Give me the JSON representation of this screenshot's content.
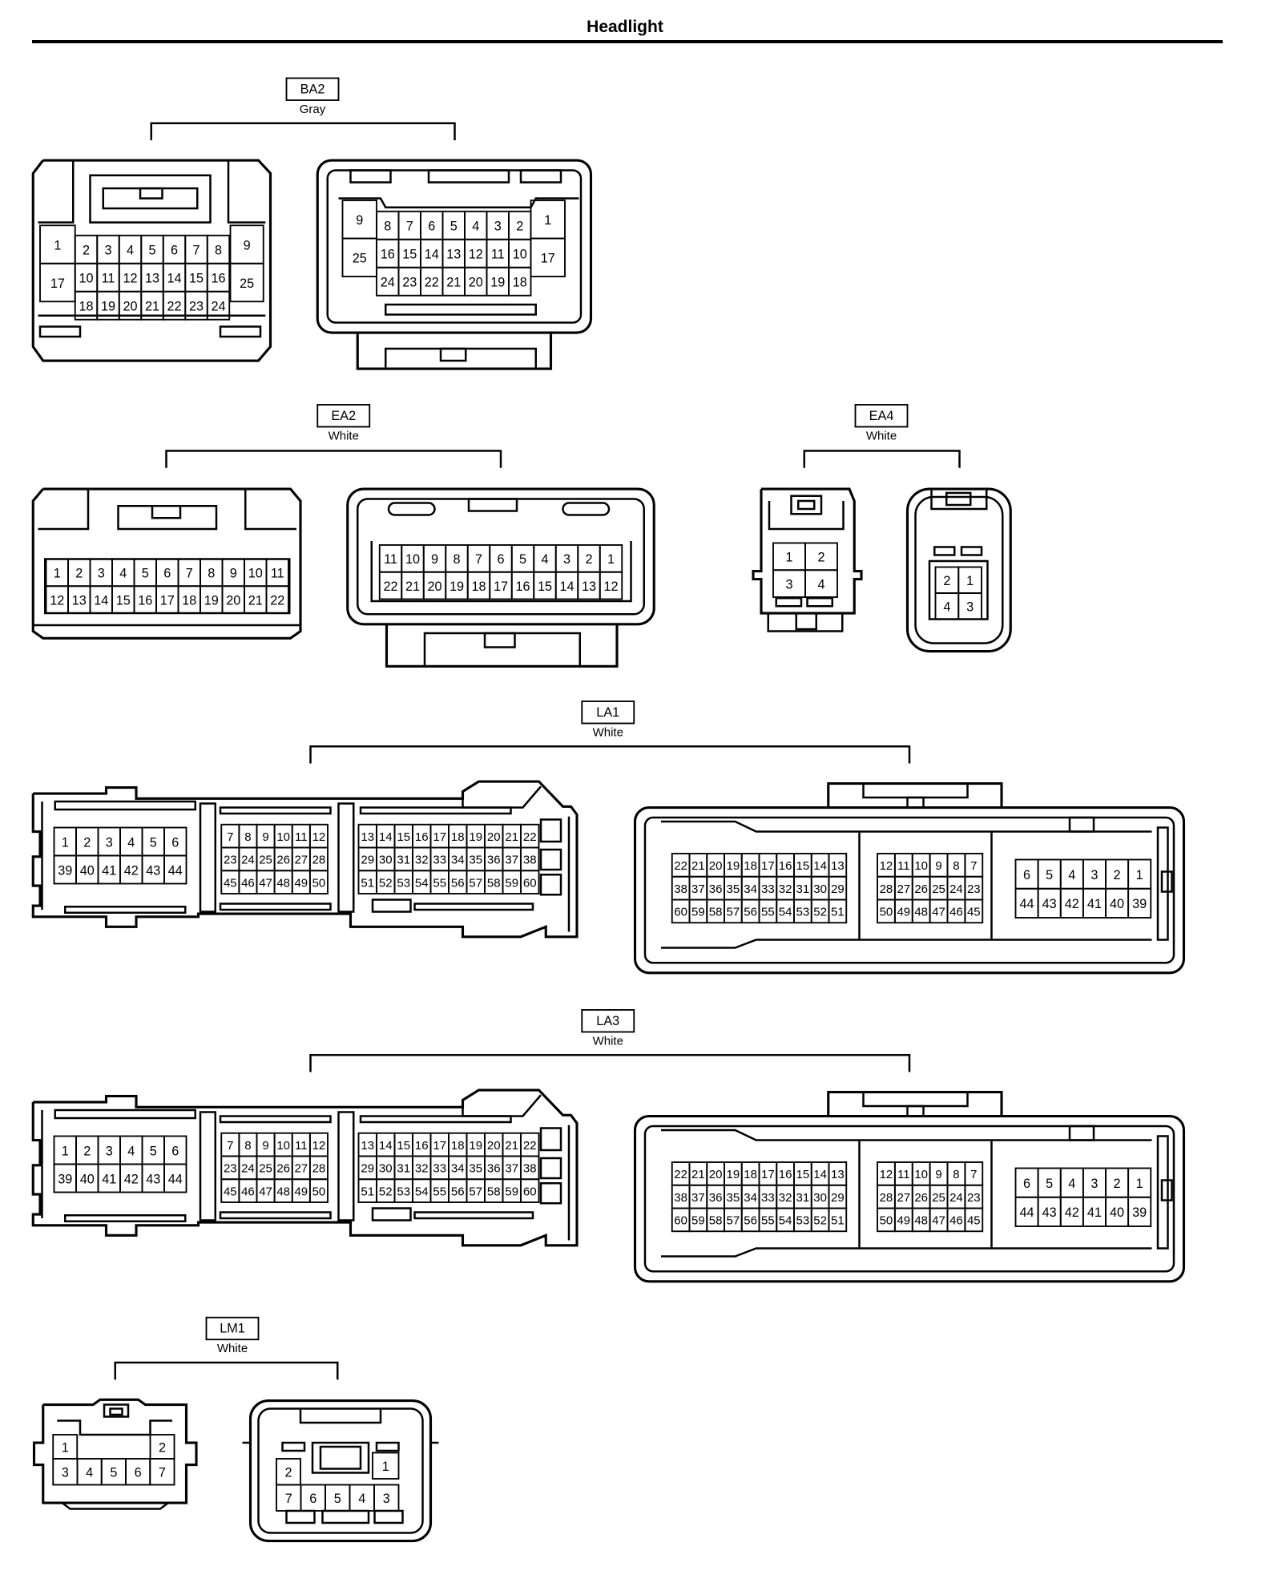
{
  "page_title": "Headlight",
  "connectors": [
    {
      "id": "BA2",
      "color": "Gray",
      "views": [
        {
          "rows": [
            [
              "1",
              "2",
              "3",
              "4",
              "5",
              "6",
              "7",
              "8",
              "9"
            ],
            [
              "17",
              "10",
              "11",
              "12",
              "13",
              "14",
              "15",
              "16",
              "25"
            ],
            [
              "18",
              "19",
              "20",
              "21",
              "22",
              "23",
              "24"
            ]
          ]
        },
        {
          "rows": [
            [
              "9",
              "8",
              "7",
              "6",
              "5",
              "4",
              "3",
              "2",
              "1"
            ],
            [
              "25",
              "16",
              "15",
              "14",
              "13",
              "12",
              "11",
              "10",
              "17"
            ],
            [
              "24",
              "23",
              "22",
              "21",
              "20",
              "19",
              "18"
            ]
          ]
        }
      ]
    },
    {
      "id": "EA2",
      "color": "White",
      "views": [
        {
          "rows": [
            [
              "1",
              "2",
              "3",
              "4",
              "5",
              "6",
              "7",
              "8",
              "9",
              "10",
              "11"
            ],
            [
              "12",
              "13",
              "14",
              "15",
              "16",
              "17",
              "18",
              "19",
              "20",
              "21",
              "22"
            ]
          ]
        },
        {
          "rows": [
            [
              "11",
              "10",
              "9",
              "8",
              "7",
              "6",
              "5",
              "4",
              "3",
              "2",
              "1"
            ],
            [
              "22",
              "21",
              "20",
              "19",
              "18",
              "17",
              "16",
              "15",
              "14",
              "13",
              "12"
            ]
          ]
        }
      ]
    },
    {
      "id": "EA4",
      "color": "White",
      "views": [
        {
          "rows": [
            [
              "1",
              "2"
            ],
            [
              "3",
              "4"
            ]
          ]
        },
        {
          "rows": [
            [
              "2",
              "1"
            ],
            [
              "4",
              "3"
            ]
          ]
        }
      ]
    },
    {
      "id": "LA1",
      "color": "White",
      "views": [
        {
          "blocks": [
            [
              [
                "1",
                "2",
                "3",
                "4",
                "5",
                "6"
              ],
              [
                "39",
                "40",
                "41",
                "42",
                "43",
                "44"
              ]
            ],
            [
              [
                "7",
                "8",
                "9",
                "10",
                "11",
                "12"
              ],
              [
                "23",
                "24",
                "25",
                "26",
                "27",
                "28"
              ],
              [
                "45",
                "46",
                "47",
                "48",
                "49",
                "50"
              ]
            ],
            [
              [
                "13",
                "14",
                "15",
                "16",
                "17",
                "18",
                "19",
                "20",
                "21",
                "22"
              ],
              [
                "29",
                "30",
                "31",
                "32",
                "33",
                "34",
                "35",
                "36",
                "37",
                "38"
              ],
              [
                "51",
                "52",
                "53",
                "54",
                "55",
                "56",
                "57",
                "58",
                "59",
                "60"
              ]
            ]
          ]
        },
        {
          "blocks": [
            [
              [
                "22",
                "21",
                "20",
                "19",
                "18",
                "17",
                "16",
                "15",
                "14",
                "13"
              ],
              [
                "38",
                "37",
                "36",
                "35",
                "34",
                "33",
                "32",
                "31",
                "30",
                "29"
              ],
              [
                "60",
                "59",
                "58",
                "57",
                "56",
                "55",
                "54",
                "53",
                "52",
                "51"
              ]
            ],
            [
              [
                "12",
                "11",
                "10",
                "9",
                "8",
                "7"
              ],
              [
                "28",
                "27",
                "26",
                "25",
                "24",
                "23"
              ],
              [
                "50",
                "49",
                "48",
                "47",
                "46",
                "45"
              ]
            ],
            [
              [
                "6",
                "5",
                "4",
                "3",
                "2",
                "1"
              ],
              [
                "44",
                "43",
                "42",
                "41",
                "40",
                "39"
              ]
            ]
          ]
        }
      ]
    },
    {
      "id": "LA3",
      "color": "White",
      "views": [
        {
          "blocks": [
            [
              [
                "1",
                "2",
                "3",
                "4",
                "5",
                "6"
              ],
              [
                "39",
                "40",
                "41",
                "42",
                "43",
                "44"
              ]
            ],
            [
              [
                "7",
                "8",
                "9",
                "10",
                "11",
                "12"
              ],
              [
                "23",
                "24",
                "25",
                "26",
                "27",
                "28"
              ],
              [
                "45",
                "46",
                "47",
                "48",
                "49",
                "50"
              ]
            ],
            [
              [
                "13",
                "14",
                "15",
                "16",
                "17",
                "18",
                "19",
                "20",
                "21",
                "22"
              ],
              [
                "29",
                "30",
                "31",
                "32",
                "33",
                "34",
                "35",
                "36",
                "37",
                "38"
              ],
              [
                "51",
                "52",
                "53",
                "54",
                "55",
                "56",
                "57",
                "58",
                "59",
                "60"
              ]
            ]
          ]
        },
        {
          "blocks": [
            [
              [
                "22",
                "21",
                "20",
                "19",
                "18",
                "17",
                "16",
                "15",
                "14",
                "13"
              ],
              [
                "38",
                "37",
                "36",
                "35",
                "34",
                "33",
                "32",
                "31",
                "30",
                "29"
              ],
              [
                "60",
                "59",
                "58",
                "57",
                "56",
                "55",
                "54",
                "53",
                "52",
                "51"
              ]
            ],
            [
              [
                "12",
                "11",
                "10",
                "9",
                "8",
                "7"
              ],
              [
                "28",
                "27",
                "26",
                "25",
                "24",
                "23"
              ],
              [
                "50",
                "49",
                "48",
                "47",
                "46",
                "45"
              ]
            ],
            [
              [
                "6",
                "5",
                "4",
                "3",
                "2",
                "1"
              ],
              [
                "44",
                "43",
                "42",
                "41",
                "40",
                "39"
              ]
            ]
          ]
        }
      ]
    },
    {
      "id": "LM1",
      "color": "White",
      "views": [
        {
          "rows": [
            [
              "1",
              "2"
            ],
            [
              "3",
              "4",
              "5",
              "6",
              "7"
            ]
          ]
        },
        {
          "rows": [
            [
              "2",
              "1"
            ],
            [
              "7",
              "6",
              "5",
              "4",
              "3"
            ]
          ]
        }
      ]
    }
  ]
}
